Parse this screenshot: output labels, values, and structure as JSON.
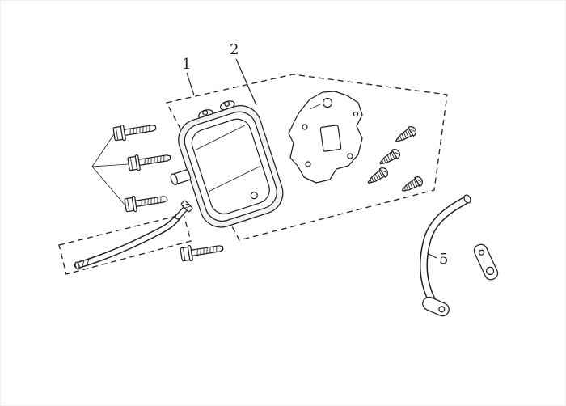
{
  "diagram": {
    "callouts": {
      "c1": "1",
      "c2": "2",
      "c5": "5"
    }
  },
  "colors": {
    "background": "#ffffff",
    "line": "#1f1f1f",
    "part_fill": "#ffffff",
    "part_shade": "#f3f3f3"
  }
}
